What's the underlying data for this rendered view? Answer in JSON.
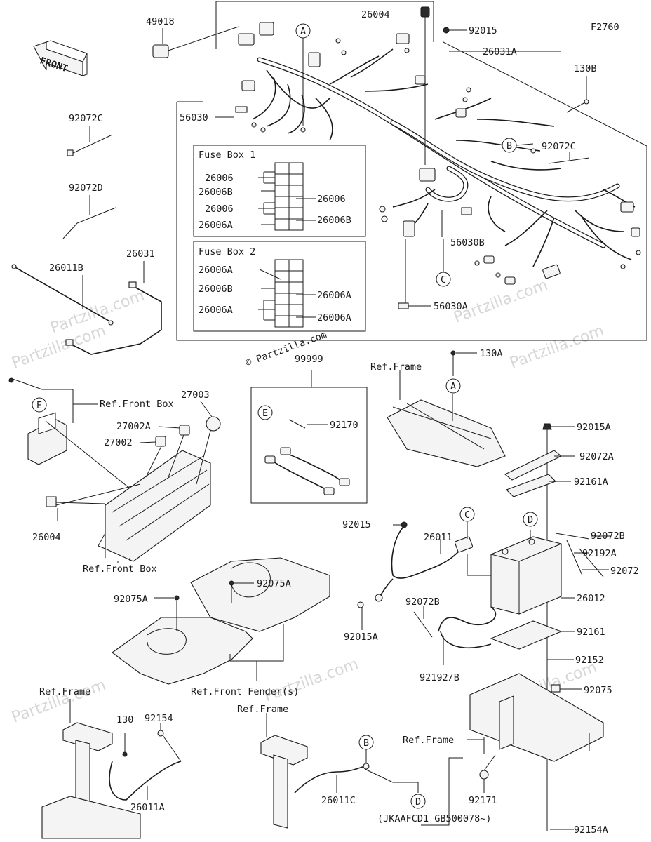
{
  "diagram_code": "F2760",
  "front_label": "FRONT",
  "watermark_text": "Partzilla.com",
  "copyright_text": "© Partzilla.com",
  "part_numbers": {
    "p49018": "49018",
    "p26004_top": "26004",
    "p92015_top": "92015",
    "p26031A": "26031A",
    "p130B": "130B",
    "p92072C_right": "92072C",
    "p56030": "56030",
    "p92072C_left": "92072C",
    "p92072D": "92072D",
    "p26011B": "26011B",
    "p26031": "26031",
    "p56030B": "56030B",
    "p56030A": "56030A",
    "p99999": "99999",
    "p92170": "92170",
    "p130A": "130A",
    "p27003": "27003",
    "p27002A": "27002A",
    "p27002": "27002",
    "p26004_left": "26004",
    "p92015A_right": "92015A",
    "p92072A": "92072A",
    "p92161A": "92161A",
    "p92015_mid": "92015",
    "p26011": "26011",
    "p92072B_right": "92072B",
    "p92192A": "92192A",
    "p92072": "92072",
    "p26012": "26012",
    "p92015A_mid": "92015A",
    "p92072B_mid": "92072B",
    "p92161": "92161",
    "p92192B": "92192/B",
    "p92152": "92152",
    "p92075": "92075",
    "p92075A_top": "92075A",
    "p92075A_left": "92075A",
    "p130": "130",
    "p92154": "92154",
    "p26011A": "26011A",
    "p26011C": "26011C",
    "p92171": "92171",
    "p92154A": "92154A"
  },
  "fuse_box_1": {
    "title": "Fuse Box 1",
    "left_labels": [
      "26006",
      "26006B",
      "26006",
      "26006A"
    ],
    "right_labels": [
      "26006",
      "26006B"
    ]
  },
  "fuse_box_2": {
    "title": "Fuse Box 2",
    "left_labels": [
      "26006A",
      "26006B",
      "26006A"
    ],
    "right_labels": [
      "26006A",
      "26006A"
    ]
  },
  "ref_labels": {
    "front_box_top": "Ref.Front Box",
    "front_box_bottom": "Ref.Front Box",
    "frame_top": "Ref.Frame",
    "front_fenders": "Ref.Front Fender(s)",
    "frame_left": "Ref.Frame",
    "frame_mid": "Ref.Frame",
    "frame_right": "Ref.Frame"
  },
  "callouts": {
    "A": "A",
    "B": "B",
    "C": "C",
    "D": "D",
    "E": "E"
  },
  "serial_note": "(JKAAFCD1 GB500078~)"
}
